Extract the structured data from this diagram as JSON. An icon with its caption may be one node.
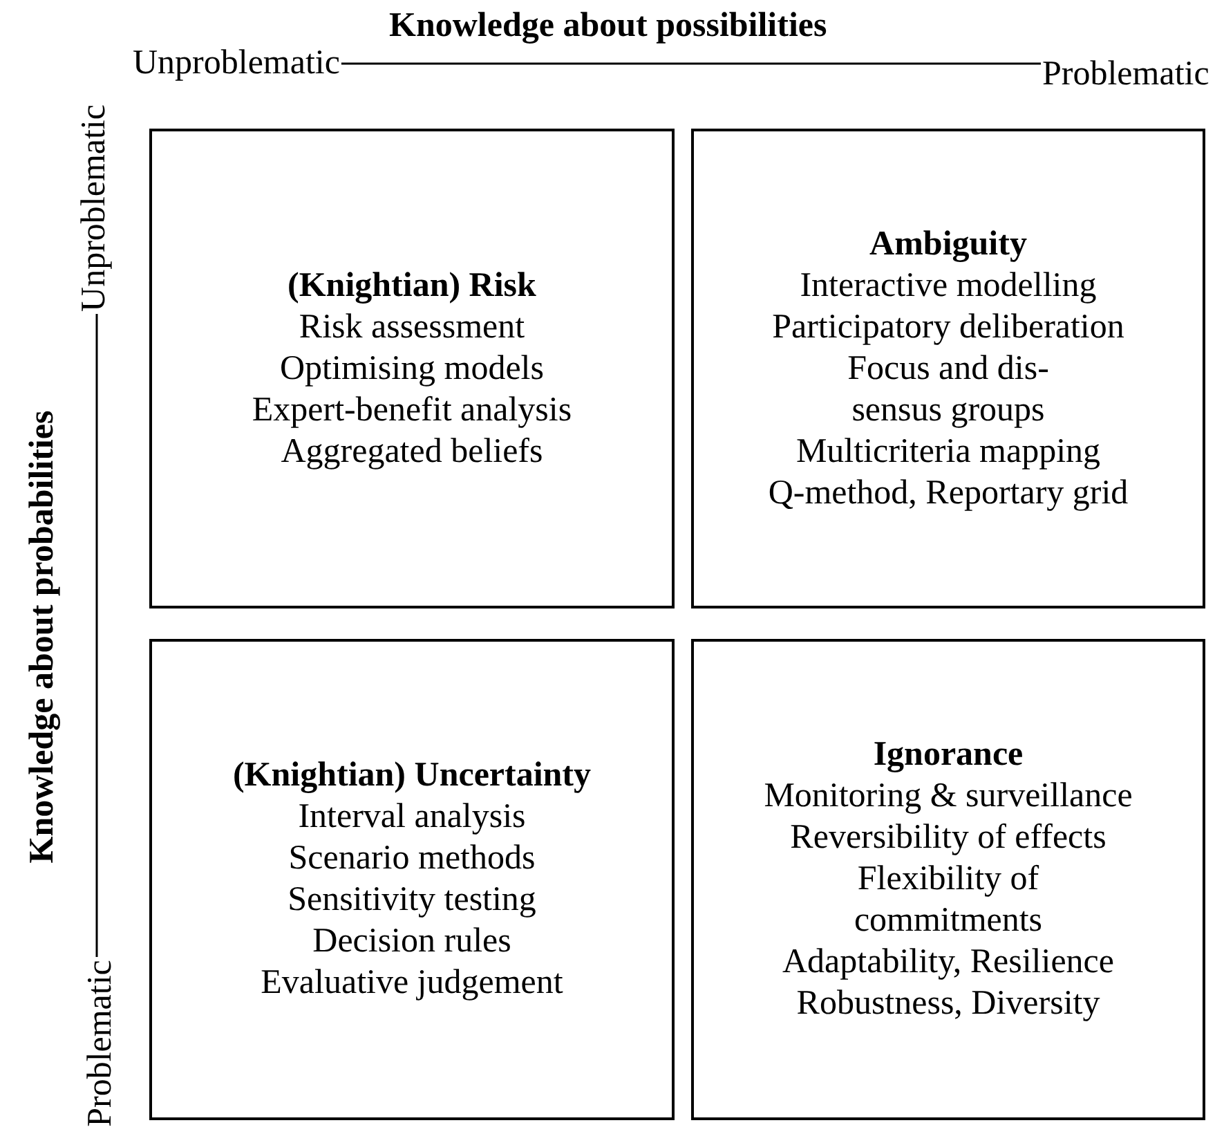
{
  "diagram": {
    "title": "Knowledge about possibilities",
    "nodes": [
      {
        "text": [
          "(Knightian) Risk",
          "Risk assessment",
          "Optimising models",
          "Expert-benefit analysis",
          "Aggregated beliefs"
        ]
      },
      {
        "text": [
          "Ambiguity",
          "Interactive modelling",
          "Participatory deliberation",
          "Focus and dis- sensus groups",
          "Multicriteria mapping",
          "Q-method, Reportary grid"
        ]
      },
      {
        "text": [
          "(Knightian) Uncertainty",
          "Interval analysis",
          "Scenario methods",
          "Sensitivity testing",
          "Decision rules",
          "Evaluative judgement"
        ]
      },
      {
        "text": [
          "Ignorance",
          "Monitoring & surveillance",
          "Reversibility of effects",
          "Flexibility of commitments",
          "Adaptability, Resilience",
          "Robustness, Diversity"
        ]
      }
    ],
    "edges": [],
    "labels": [
      "Unproblematic",
      "Problematic",
      "Knowledge about probabilities",
      "Unproblematic",
      "Problematic"
    ]
  }
}
